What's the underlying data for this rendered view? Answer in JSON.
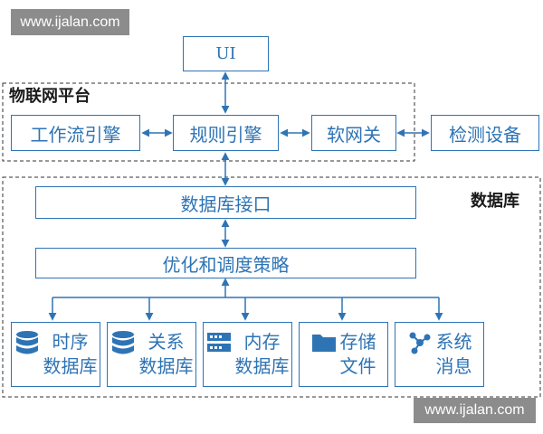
{
  "watermark_top": "www.ijalan.com",
  "watermark_bottom": "www.ijalan.com",
  "ui_box": "UI",
  "iot_platform": {
    "title": "物联网平台",
    "workflow_engine": "工作流引擎",
    "rule_engine": "规则引擎",
    "soft_gateway": "软网关"
  },
  "detection_device": "检测设备",
  "database": {
    "title": "数据库",
    "interface": "数据库接口",
    "strategy": "优化和调度策略",
    "stores": [
      {
        "line1": "时序",
        "line2": "数据库",
        "icon": "database-icon"
      },
      {
        "line1": "关系",
        "line2": "数据库",
        "icon": "database-icon"
      },
      {
        "line1": "内存",
        "line2": "数据库",
        "icon": "server-icon"
      },
      {
        "line1": "存储",
        "line2": "文件",
        "icon": "folder-icon"
      },
      {
        "line1": "系统",
        "line2": "消息",
        "icon": "network-icon"
      }
    ]
  },
  "colors": {
    "accent": "#2e74b5",
    "watermark_bg": "#8c8c8c"
  }
}
